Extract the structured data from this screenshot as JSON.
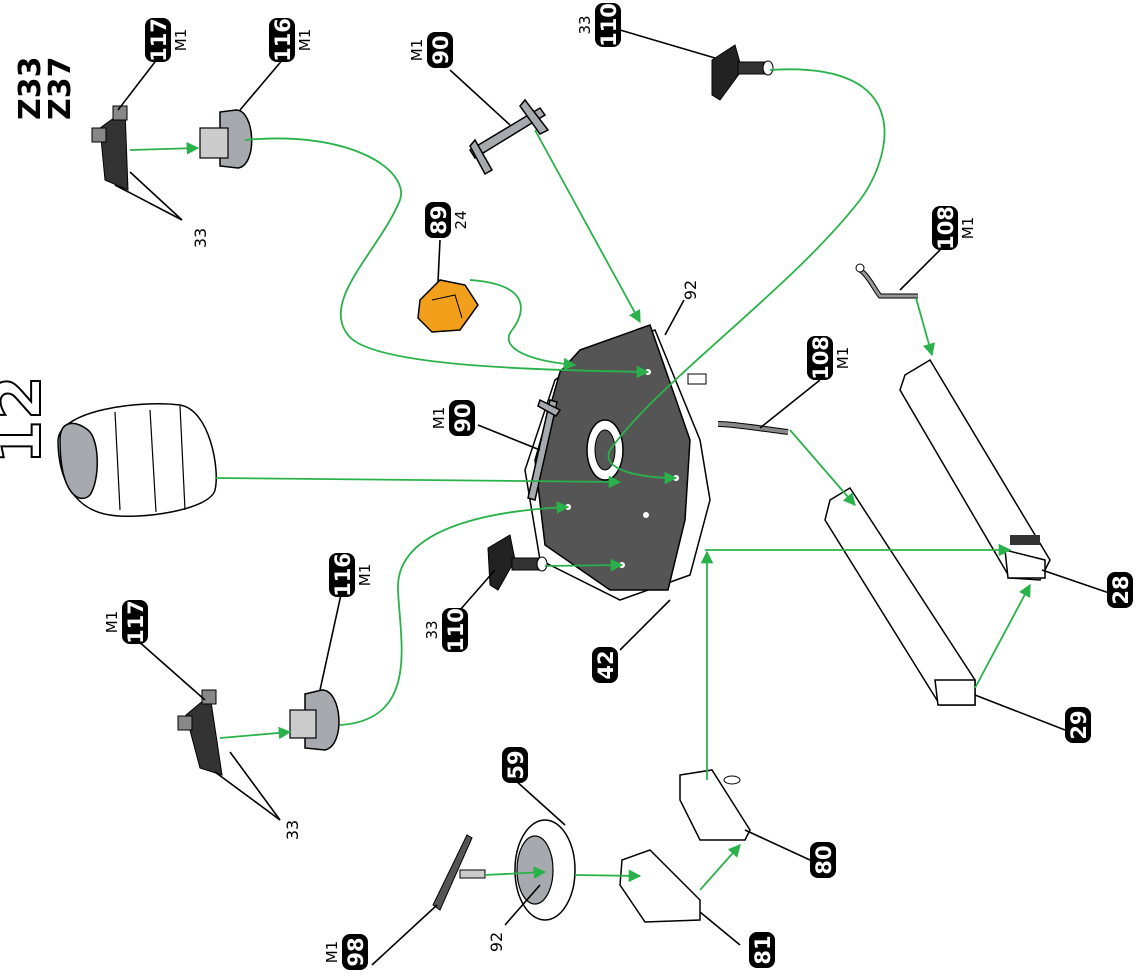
{
  "header": {
    "line1": "Z33",
    "line2": "Z37"
  },
  "callouts": [
    {
      "id": "117a",
      "number": "117",
      "sub": "M1"
    },
    {
      "id": "116a",
      "number": "116",
      "sub": "M1"
    },
    {
      "id": "90a",
      "number": "90",
      "sub": "M1"
    },
    {
      "id": "110a",
      "number": "110",
      "sub": "33"
    },
    {
      "id": "89",
      "number": "89",
      "sub": "24"
    },
    {
      "id": "108a",
      "number": "108",
      "sub": "M1"
    },
    {
      "id": "90b",
      "number": "90",
      "sub": "M1"
    },
    {
      "id": "108b",
      "number": "108",
      "sub": "M1"
    },
    {
      "id": "116b",
      "number": "116",
      "sub": "M1"
    },
    {
      "id": "117b",
      "number": "117",
      "sub": "M1"
    },
    {
      "id": "110b",
      "number": "110",
      "sub": "33"
    },
    {
      "id": "28",
      "number": "28",
      "sub": ""
    },
    {
      "id": "42",
      "number": "42",
      "sub": ""
    },
    {
      "id": "29",
      "number": "29",
      "sub": ""
    },
    {
      "id": "59",
      "number": "59",
      "sub": ""
    },
    {
      "id": "80",
      "number": "80",
      "sub": ""
    },
    {
      "id": "81",
      "number": "81",
      "sub": ""
    },
    {
      "id": "98",
      "number": "98",
      "sub": "M1"
    }
  ],
  "plain_labels": [
    {
      "id": "33a",
      "text": "33"
    },
    {
      "id": "92a",
      "text": "92"
    },
    {
      "id": "33b",
      "text": "33"
    },
    {
      "id": "92b",
      "text": "92"
    }
  ],
  "big_label": "12",
  "colors": {
    "arrow": "#2ab24a",
    "plate": "#555555",
    "part_grey": "#a6a9ad",
    "part_orange": "#f2a01c",
    "badge": "#000000"
  }
}
